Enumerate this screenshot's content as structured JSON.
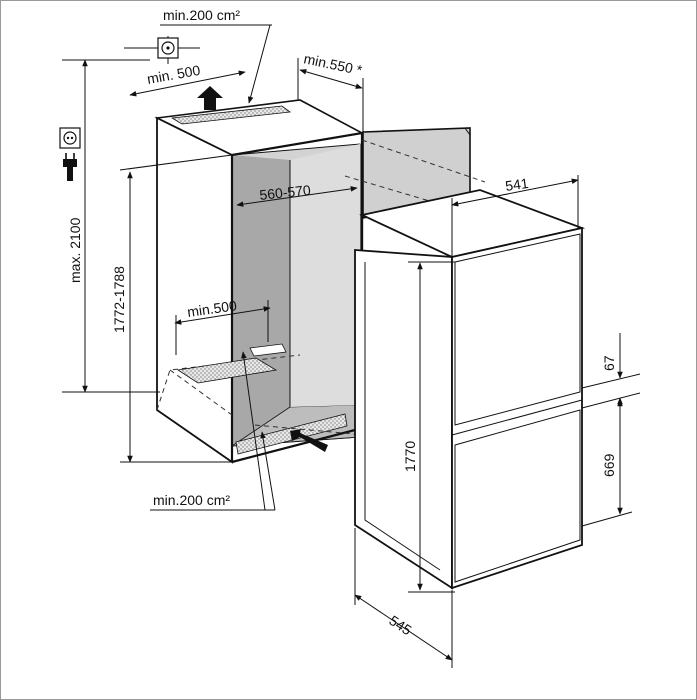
{
  "labels": {
    "vent_top": "min.200 cm²",
    "top_depth": "min. 500",
    "door_clearance": "min.550 *",
    "max_height": "max. 2100",
    "niche_height": "1772-1788",
    "niche_width": "560-570",
    "bottom_depth": "min.500",
    "vent_bottom": "min.200 cm²",
    "appliance_width": "541",
    "appliance_height": "1770",
    "dim_67": "67",
    "dim_669": "669",
    "appliance_depth": "545"
  },
  "icons": {
    "top_icon": "ceiling-vent-crosshair-icon",
    "socket_icon": "power-socket-icon",
    "plug_icon": "power-plug-icon"
  },
  "colors": {
    "niche_back": "#cfcfcf",
    "niche_shade": "#a9a9a9",
    "line": "#111111"
  }
}
